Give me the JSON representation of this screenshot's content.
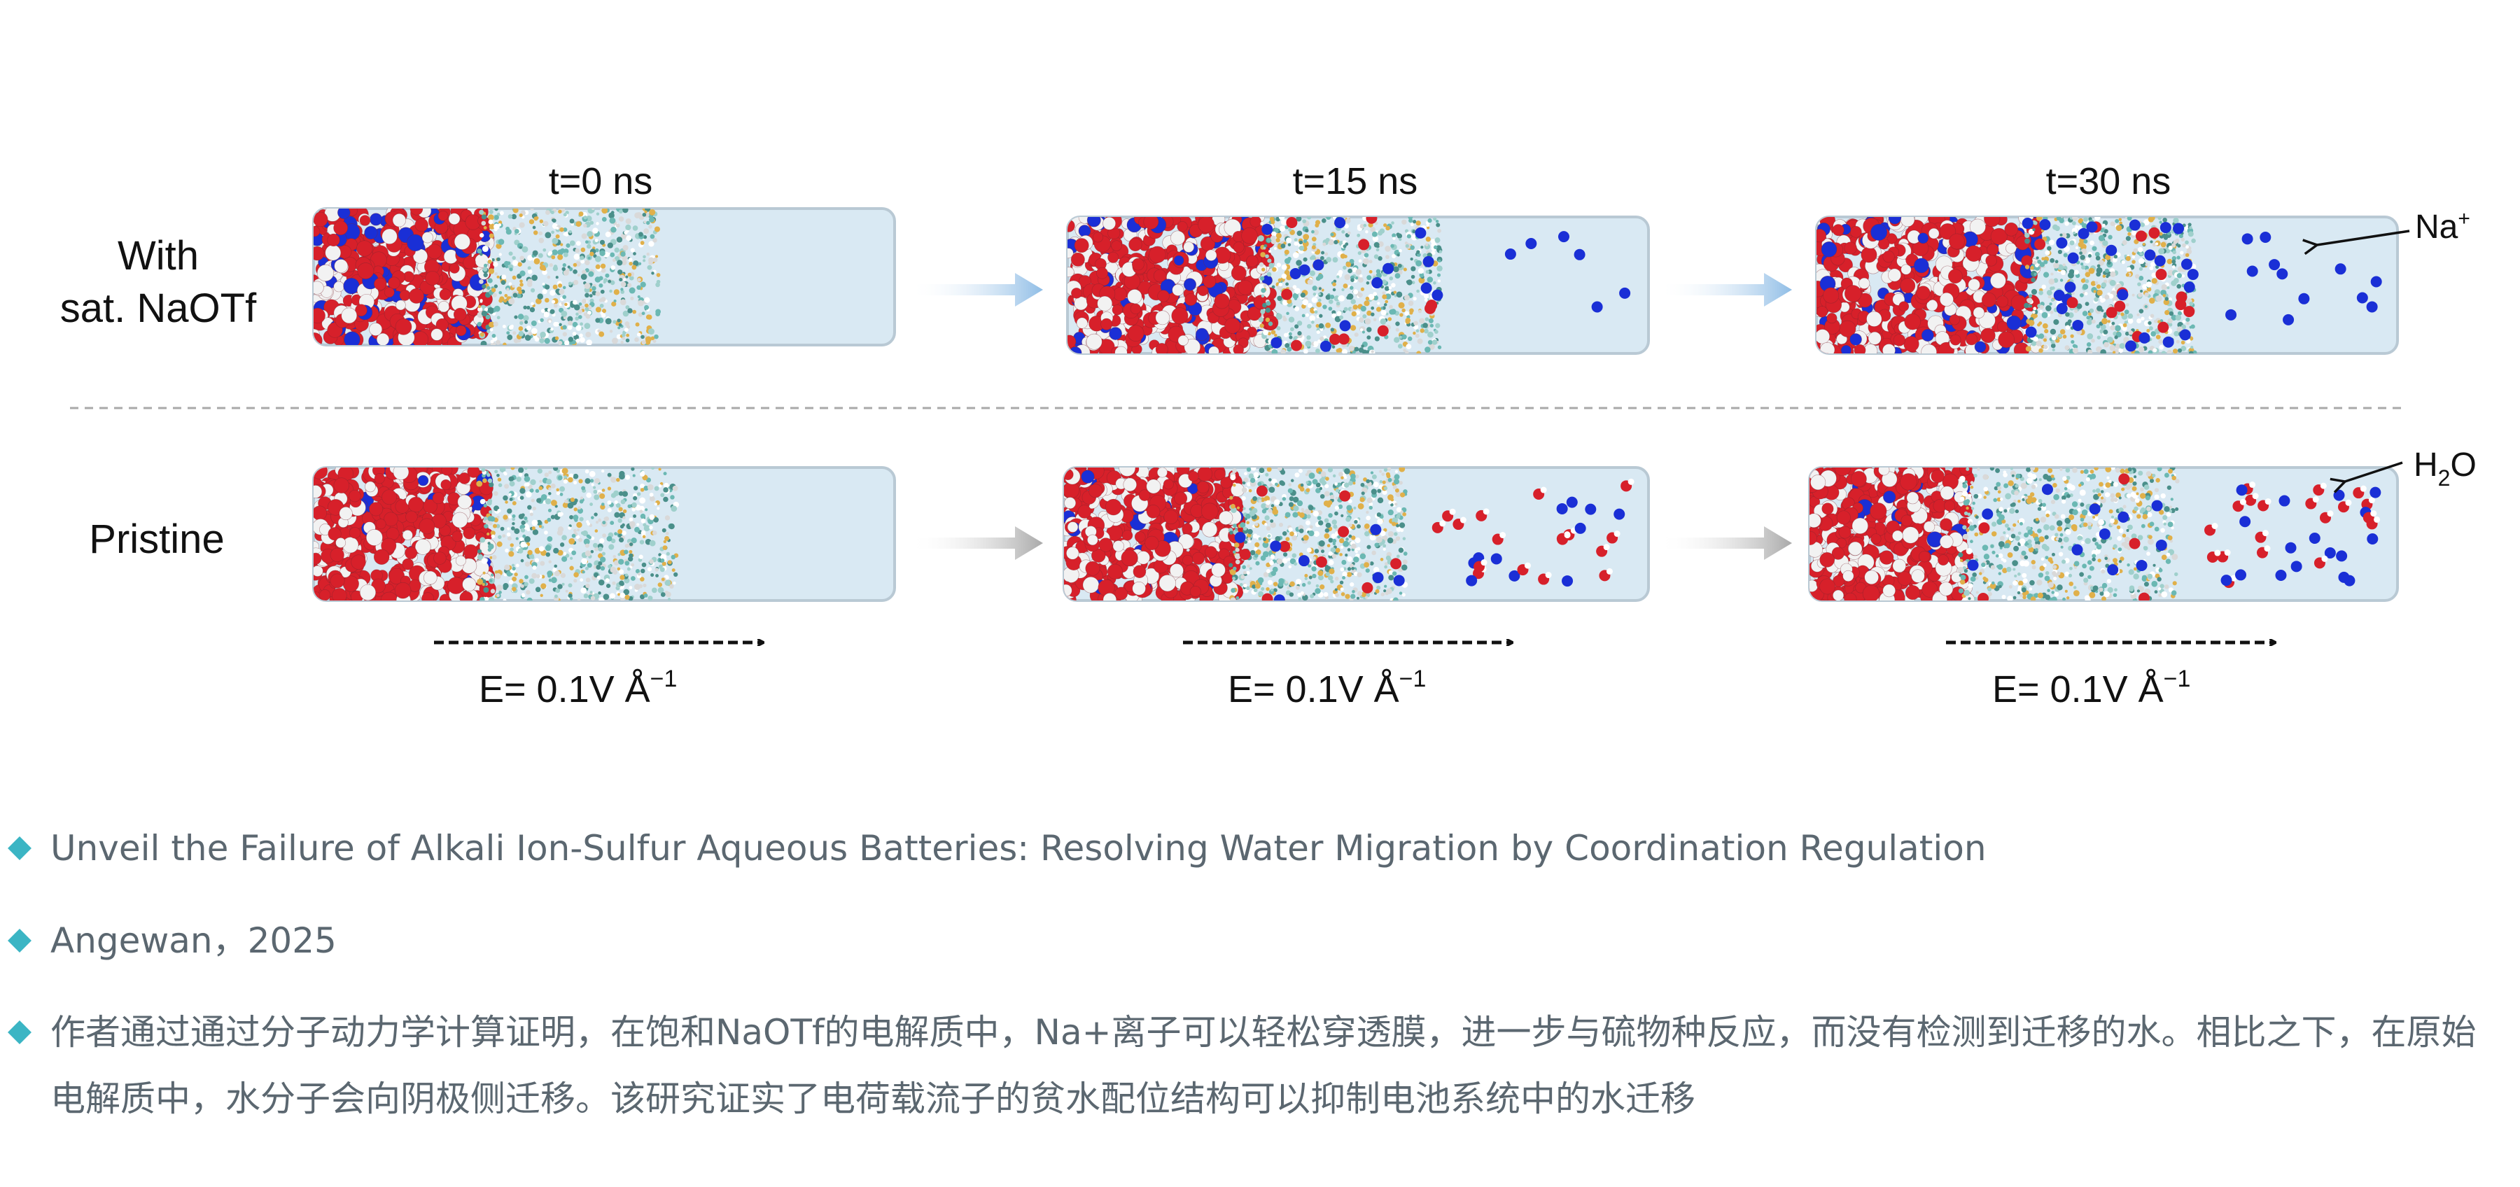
{
  "figure": {
    "time_labels": [
      "t=0 ns",
      "t=15 ns",
      "t=30 ns"
    ],
    "row_labels": {
      "top_line1": "With",
      "top_line2": "sat. NaOTf",
      "bottom": "Pristine"
    },
    "annotations": {
      "na_base": "Na",
      "na_sup": "+",
      "h2o_h": "H",
      "h2o_sub": "2",
      "h2o_o": "O"
    },
    "field_label": {
      "text": "E= 0.1V Å",
      "sup": "−1"
    },
    "colors": {
      "water_oxygen": "#d7202a",
      "sodium": "#1a2fd6",
      "hydrogen": "#f2f2f2",
      "electrolyte_bath": "#d9e9f3",
      "arrow_top": "#9ec6e8",
      "arrow_bottom": "#b5b5b5",
      "bullet_diamond": "#3bb5c4",
      "bullet_text": "#5b6770"
    }
  },
  "bullets": [
    "Unveil the Failure of Alkali Ion-Sulfur Aqueous Batteries: Resolving Water Migration by Coordination Regulation",
    "Angewan，2025",
    "作者通过通过分子动力学计算证明，在饱和NaOTf的电解质中，Na+离子可以轻松穿透膜，进一步与硫物种反应，而没有检测到迁移的水。相比之下，在原始电解质中，水分子会向阴极侧迁移。该研究证实了电荷载流子的贫水配位结构可以抑制电池系统中的水迁移"
  ]
}
